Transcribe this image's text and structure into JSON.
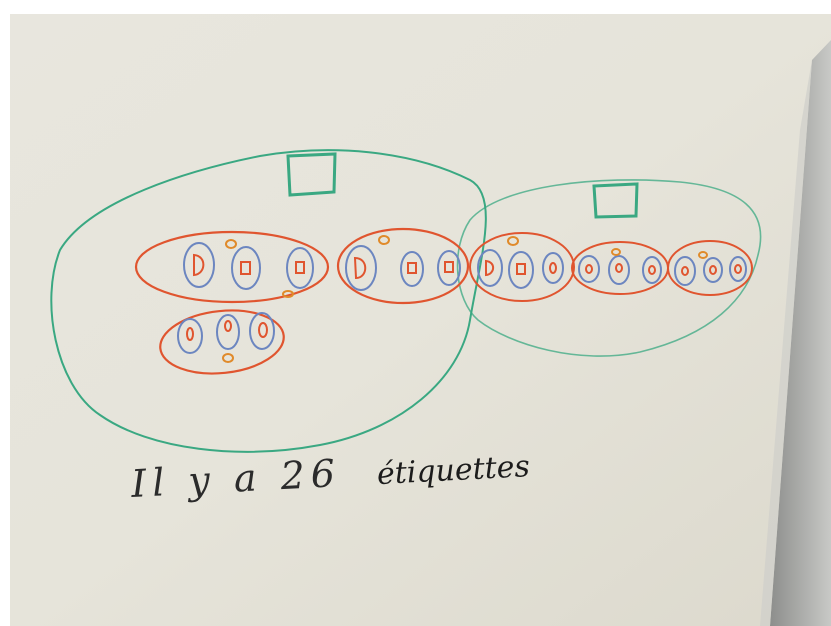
{
  "photo": {
    "caption_words": [
      "Il",
      "y",
      "a",
      "26"
    ],
    "caption_last_word": "étiquettes"
  },
  "colors": {
    "board": "#e9e7df",
    "green_marker": "#3aa882",
    "red_marker": "#e0552f",
    "blue_marker": "#6c86c0",
    "orange_marker": "#e08a2a",
    "black_marker": "#262626"
  }
}
